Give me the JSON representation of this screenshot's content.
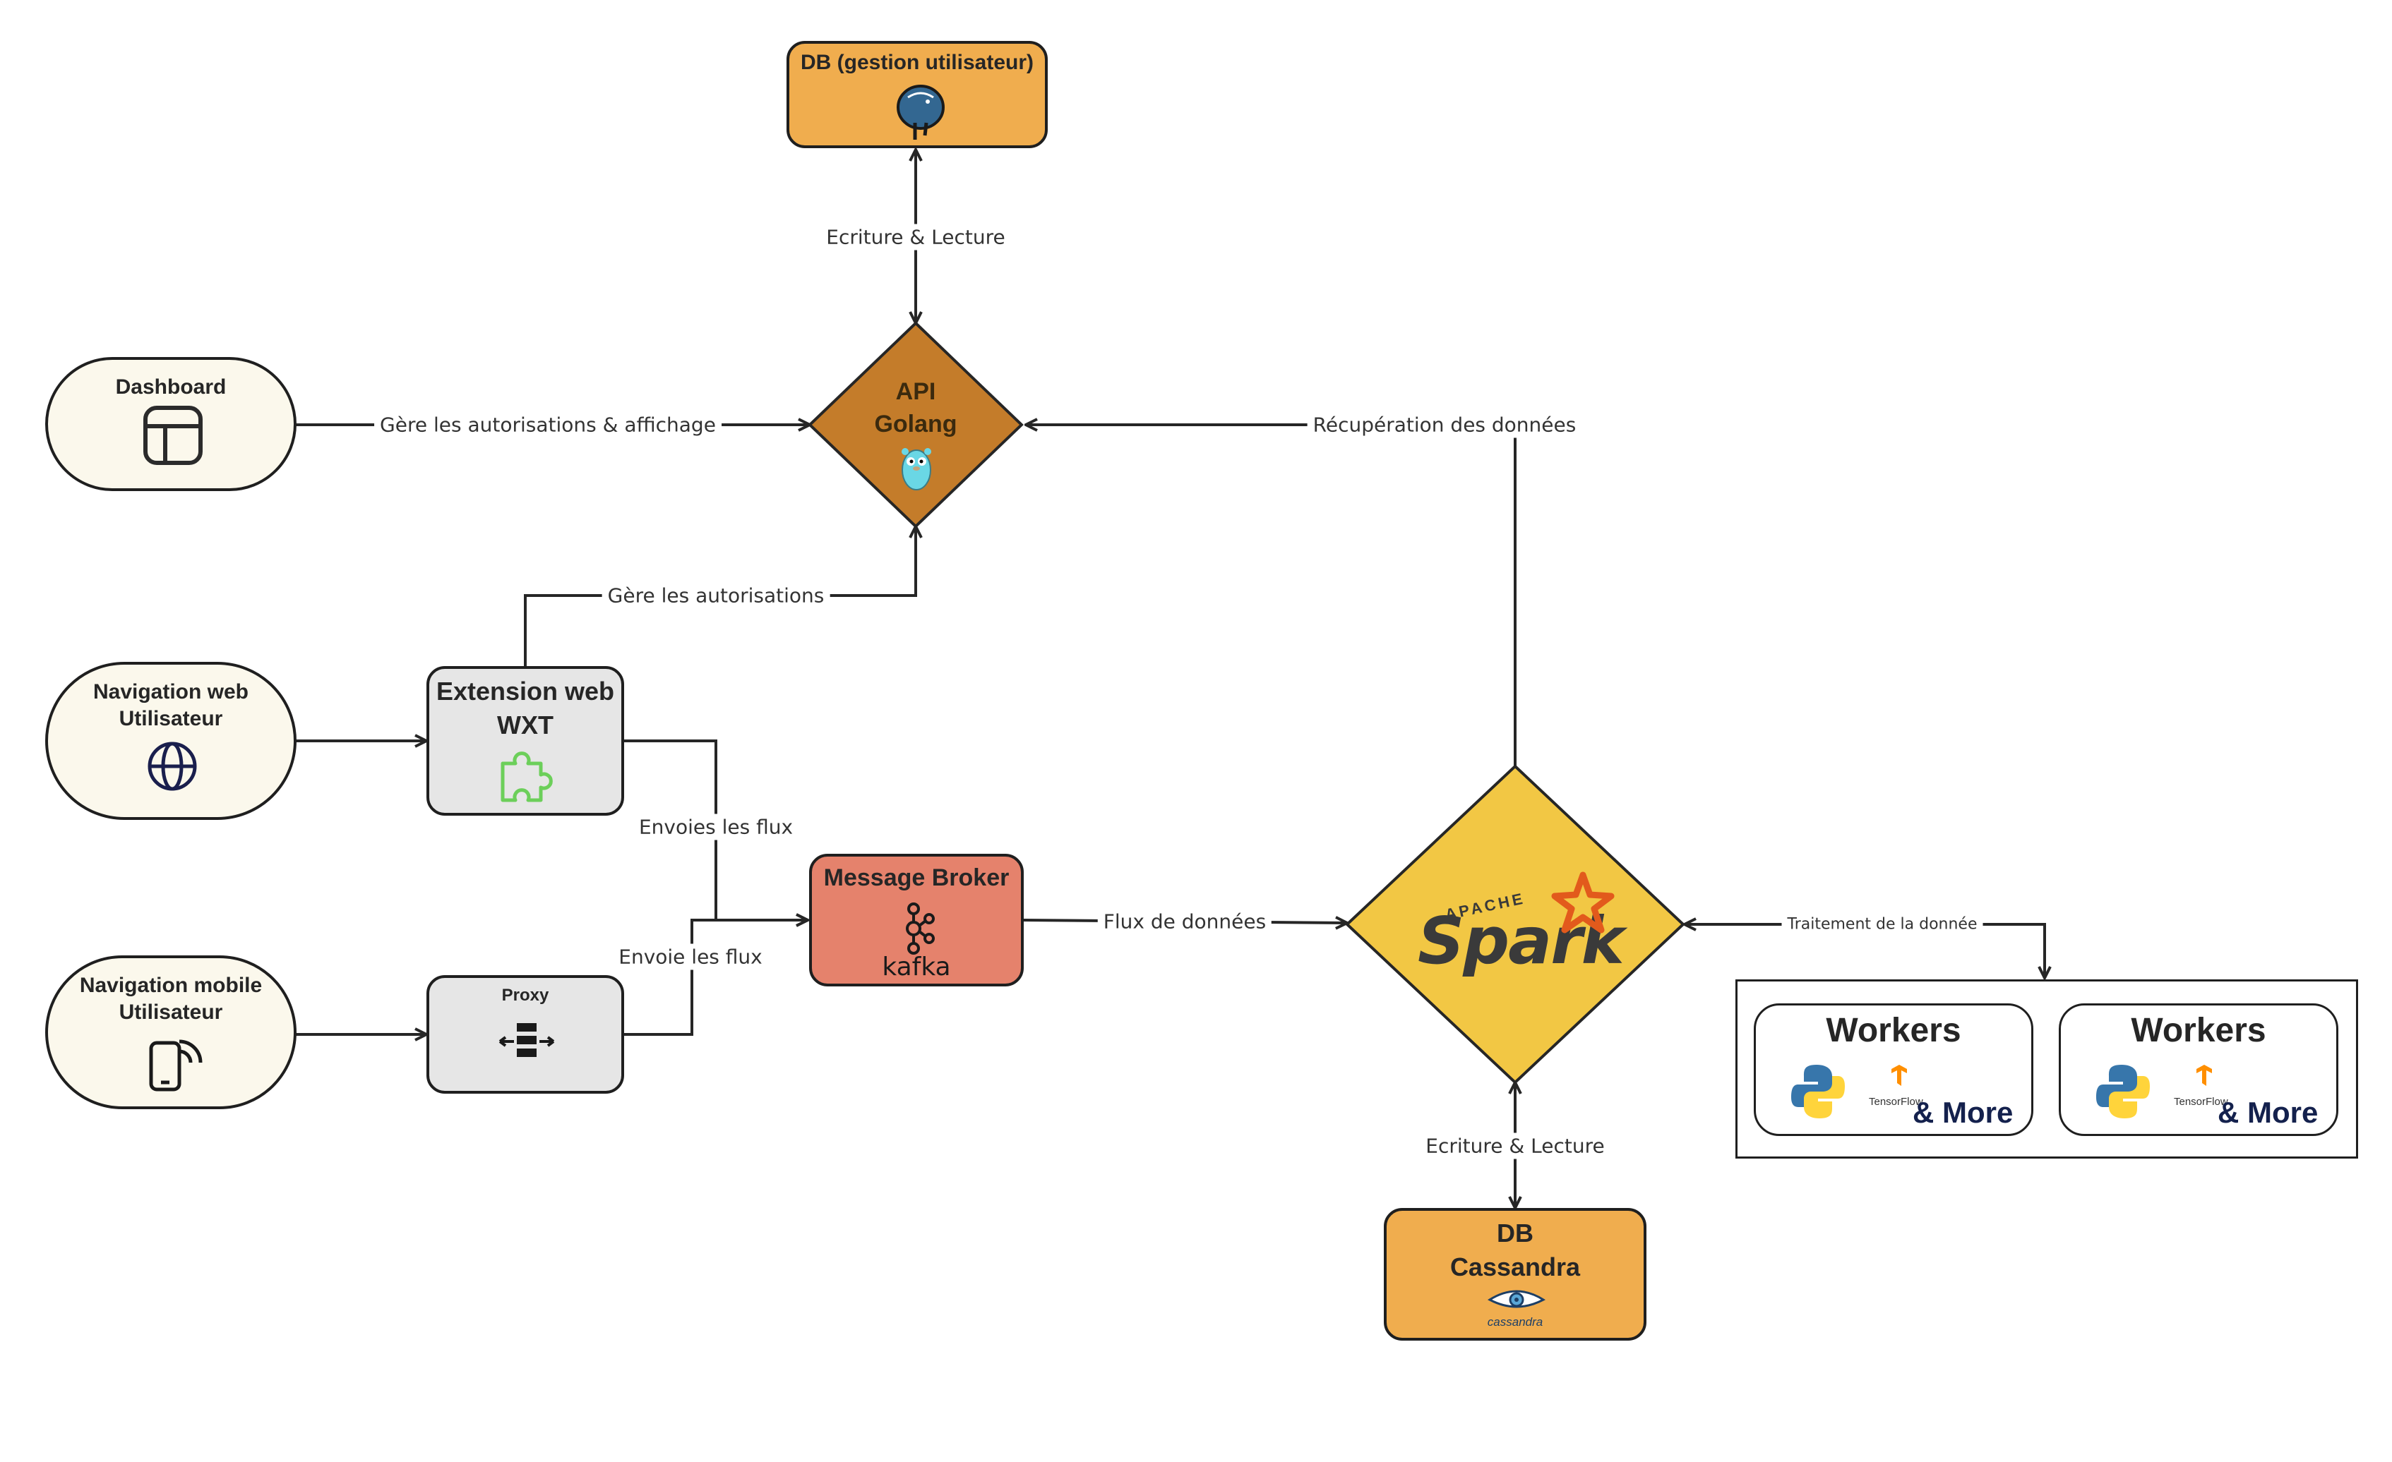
{
  "nodes": {
    "db_users": {
      "label": "DB (gestion utilisateur)",
      "icon": "postgresql-elephant-icon"
    },
    "api": {
      "line1": "API",
      "line2": "Golang",
      "icon": "go-gopher-icon"
    },
    "dashboard": {
      "label": "Dashboard",
      "icon": "dashboard-layout-icon"
    },
    "nav_web": {
      "line1": "Navigation web",
      "line2": "Utilisateur",
      "icon": "globe-icon"
    },
    "extension": {
      "line1": "Extension web",
      "line2": "WXT",
      "icon": "puzzle-icon"
    },
    "nav_mobile": {
      "line1": "Navigation mobile",
      "line2": "Utilisateur",
      "icon": "mobile-signal-icon"
    },
    "proxy": {
      "label": "Proxy",
      "icon": "server-arrows-icon"
    },
    "broker": {
      "label": "Message Broker",
      "logo_text": "kafka",
      "icon": "kafka-icon"
    },
    "spark": {
      "super": "APACHE",
      "logo_text": "Spark",
      "icon": "spark-star-icon"
    },
    "cassandra": {
      "line1": "DB",
      "line2": "Cassandra",
      "logo_text": "cassandra",
      "icon": "cassandra-eye-icon"
    },
    "workers": [
      {
        "title": "Workers",
        "tf_text": "TensorFlow",
        "more_text": "& More"
      },
      {
        "title": "Workers",
        "tf_text": "TensorFlow",
        "more_text": "& More"
      }
    ]
  },
  "edges": {
    "db_api": "Ecriture & Lecture",
    "dashboard_api": "Gère les autorisations & affichage",
    "extension_api": "Gère les autorisations",
    "spark_api": "Récupération des données",
    "extension_broker": "Envoies les flux",
    "proxy_broker": "Envoie les flux",
    "broker_spark": "Flux de données",
    "spark_workers": "Traitement de la donnée",
    "spark_cassandra": "Ecriture & Lecture"
  },
  "colors": {
    "db_fill": "#f0ad4e",
    "api_fill": "#c47c2a",
    "pill_fill": "#fbf8ec",
    "grey_fill": "#e6e6e6",
    "broker_fill": "#e5826c",
    "spark_fill": "#f2c744",
    "line": "#262626"
  }
}
